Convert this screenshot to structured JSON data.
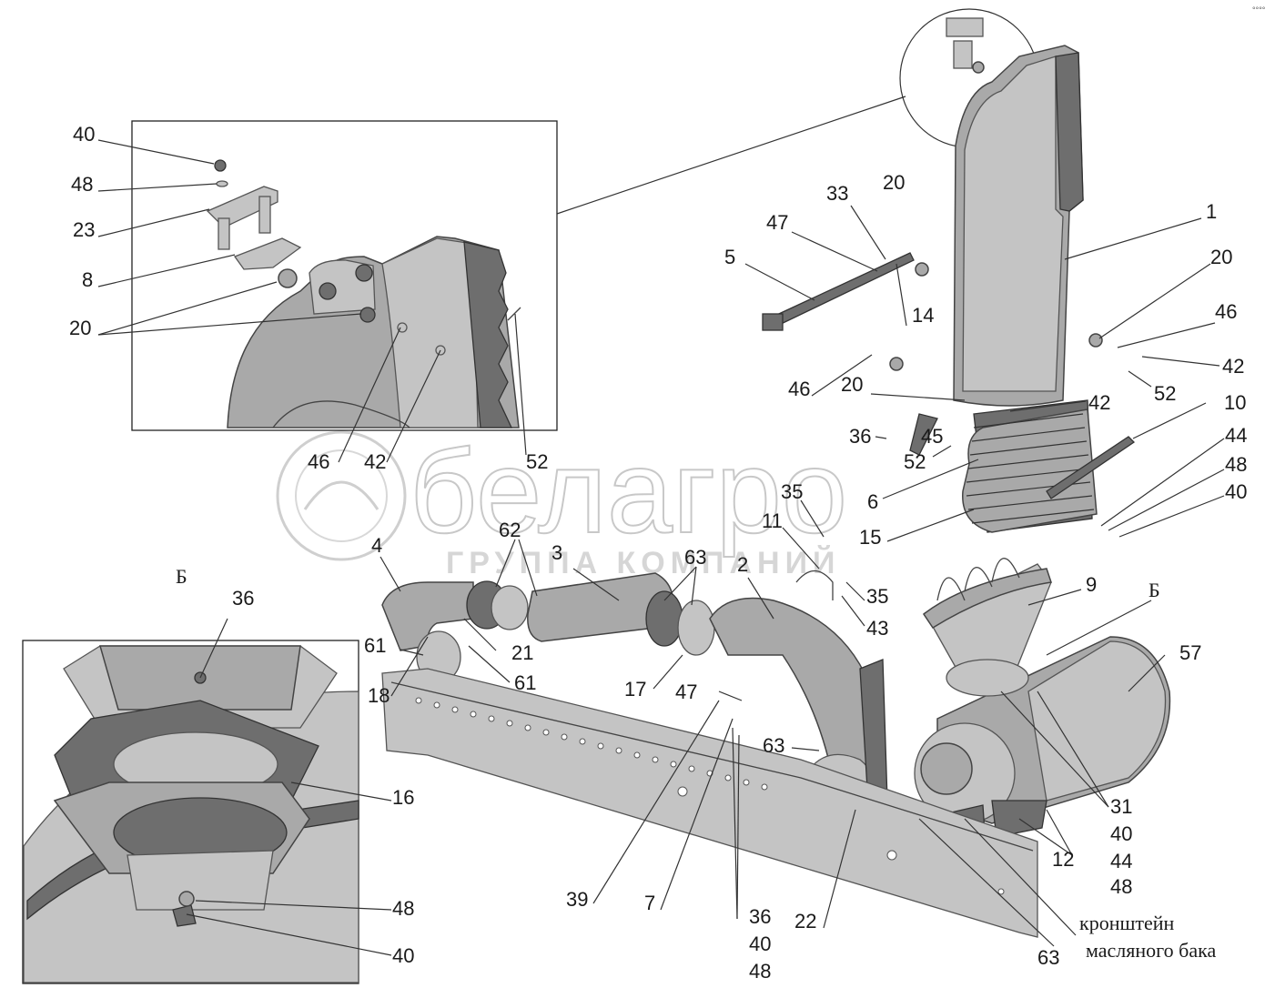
{
  "watermark": {
    "brand": "белагро",
    "subtitle": "ГРУППА КОМПАНИЙ"
  },
  "corner_mark": "°°°°",
  "section_marks": [
    "Б",
    "Б"
  ],
  "callouts": {
    "detail_top": [
      "40",
      "48",
      "23",
      "8",
      "20",
      "46",
      "42",
      "52"
    ],
    "intake": [
      "33",
      "20",
      "47",
      "5",
      "14",
      "1",
      "20",
      "46",
      "42",
      "46",
      "20",
      "52",
      "42",
      "10",
      "36",
      "45",
      "52",
      "44",
      "48",
      "40",
      "6",
      "15"
    ],
    "ducts": [
      "35",
      "11",
      "62",
      "3",
      "63",
      "2",
      "35",
      "43",
      "4",
      "9",
      "57",
      "61",
      "21",
      "18",
      "61",
      "17",
      "47",
      "63"
    ],
    "bottom": [
      "31",
      "40",
      "44",
      "48",
      "12",
      "39",
      "7",
      "36",
      "40",
      "48",
      "22",
      "63"
    ],
    "detail_b": [
      "36",
      "16",
      "48",
      "40"
    ]
  },
  "bracket_note": [
    "кронштейн",
    "масляного бака"
  ],
  "colors": {
    "part_fill": "#a9a9a9",
    "part_light": "#c4c4c4",
    "part_dark": "#6e6e6e",
    "outline": "#444444",
    "watermark": "#c8c8c8"
  }
}
